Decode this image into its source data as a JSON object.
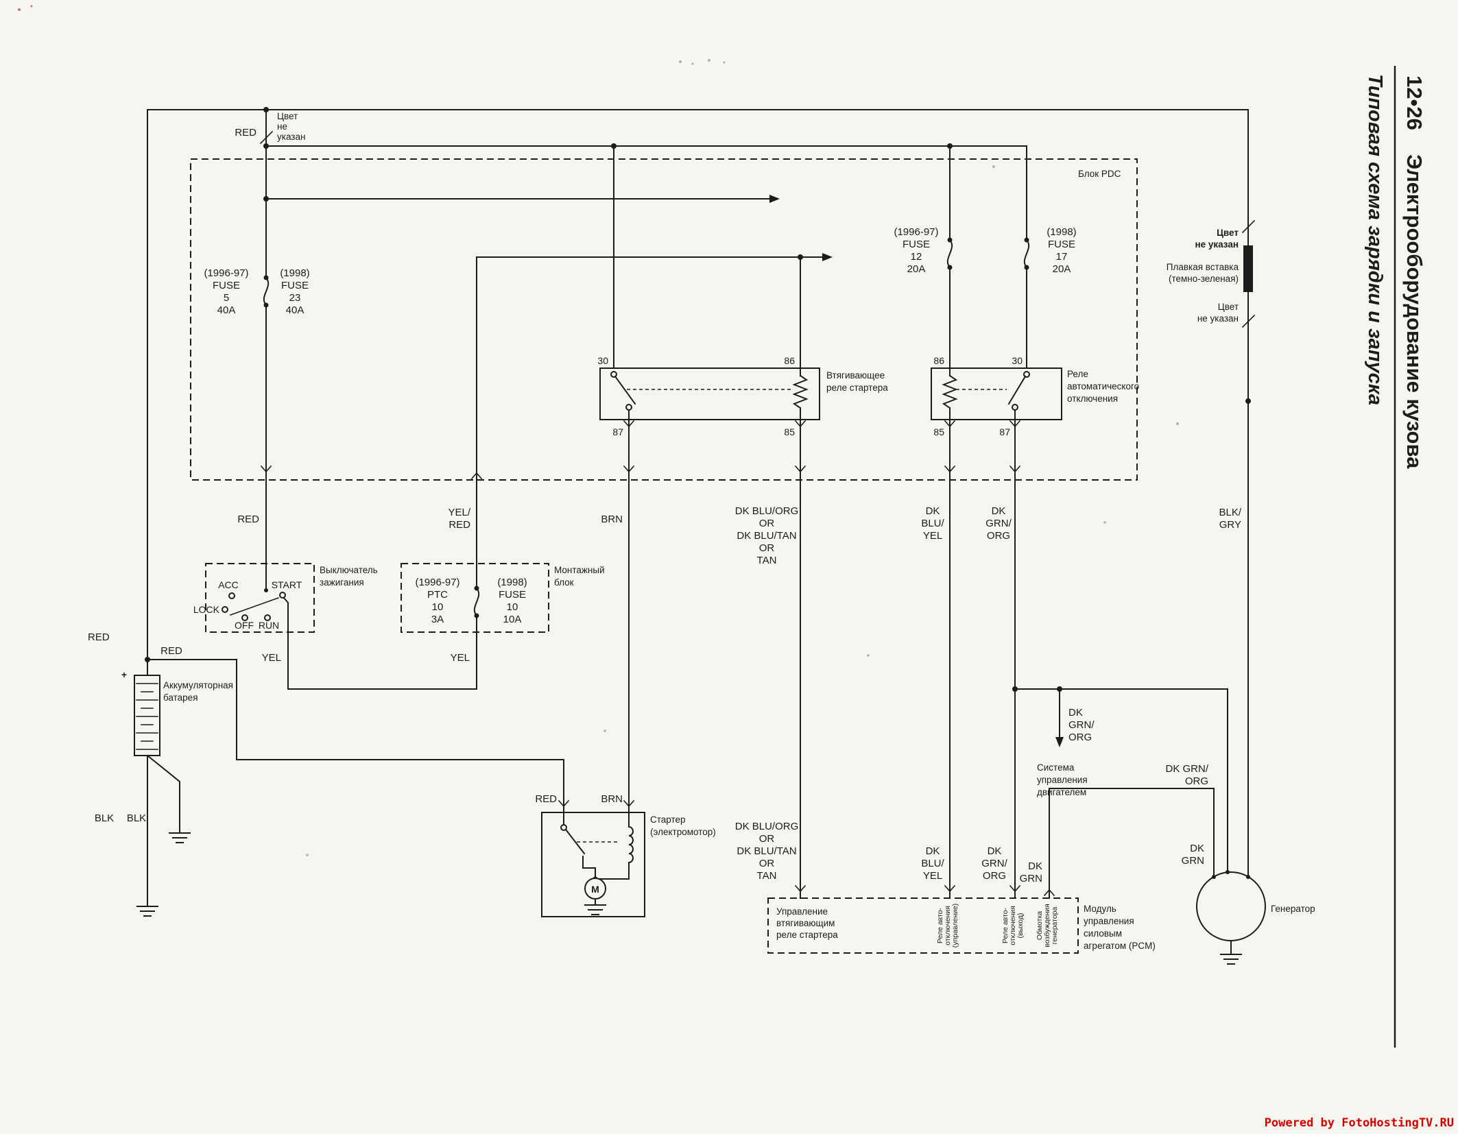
{
  "sidebar": {
    "page_ref": "12•26",
    "chapter": "Электрооборудование кузова",
    "title": "Типовая схема зарядки и запуска"
  },
  "watermark": "Powered by FotoHostingTV.RU",
  "colors": {
    "ink": "#1c1c1c",
    "paper": "#f7f5ef",
    "watermark_red": "#d40000"
  },
  "blocks": {
    "pdc": "Блок PDC",
    "ignition_switch": [
      "Выключатель",
      "зажигания"
    ],
    "mounting_block": [
      "Монтажный",
      "блок"
    ],
    "battery": [
      "Аккумуляторная",
      "батарея"
    ],
    "starter_relay": [
      "Втягивающее",
      "реле стартера"
    ],
    "asd_relay": [
      "Реле",
      "автоматического",
      "отключения"
    ],
    "starter": [
      "Стартер",
      "(электромотор)"
    ],
    "generator": "Генератор",
    "pcm": [
      "Модуль",
      "управления",
      "силовым",
      "агрегатом (PCM)"
    ],
    "engine_mgmt": [
      "Система",
      "управления",
      "двигателем"
    ],
    "fusible_link": [
      "Плавкая вставка",
      "(темно-зеленая)"
    ],
    "color_not_specified_3": [
      "Цвет",
      "не",
      "указан"
    ],
    "color_not_specified_2": [
      "Цвет",
      "не указан"
    ]
  },
  "pcm_pins": {
    "starter_relay_control": [
      "Управление",
      "втягивающим",
      "реле стартера"
    ],
    "asd_relay_control": [
      "Реле авто-",
      "отключения",
      "(управление)"
    ],
    "asd_relay_output": [
      "Реле авто-",
      "отключения",
      "(выход)"
    ],
    "generator_field": [
      "Обмотка",
      "возбуждения",
      "генератора"
    ]
  },
  "fuses": {
    "pdc_fuse_1996": [
      "(1996-97)",
      "FUSE",
      "5",
      "40A"
    ],
    "pdc_fuse_1998": [
      "(1998)",
      "FUSE",
      "23",
      "40A"
    ],
    "asd_fuse_1996": [
      "(1996-97)",
      "FUSE",
      "12",
      "20A"
    ],
    "asd_fuse_1998": [
      "(1998)",
      "FUSE",
      "17",
      "20A"
    ],
    "mb_ptc_1996": [
      "(1996-97)",
      "PTC",
      "10",
      "3A"
    ],
    "mb_fuse_1998": [
      "(1998)",
      "FUSE",
      "10",
      "10A"
    ]
  },
  "pins": {
    "p30": "30",
    "p85": "85",
    "p86": "86",
    "p87": "87"
  },
  "ignition_positions": {
    "acc": "ACC",
    "lock": "LOCK",
    "off": "OFF",
    "run": "RUN",
    "start": "START"
  },
  "wire_labels": {
    "red": "RED",
    "yel": "YEL",
    "brn": "BRN",
    "blk": "BLK",
    "yel_red": [
      "YEL/",
      "RED"
    ],
    "dk_blu_multi": [
      "DK BLU/ORG",
      "OR",
      "DK BLU/TAN",
      "OR",
      "TAN"
    ],
    "dk_blu_yel": [
      "DK",
      "BLU/",
      "YEL"
    ],
    "dk_grn_org_3": [
      "DK",
      "GRN/",
      "ORG"
    ],
    "dk_grn_org_2": [
      "DK GRN/",
      "ORG"
    ],
    "dk_grn": [
      "DK",
      "GRN"
    ],
    "blk_gry": [
      "BLK/",
      "GRY"
    ]
  },
  "symbols": {
    "battery_plus": "+",
    "motor": "M"
  }
}
